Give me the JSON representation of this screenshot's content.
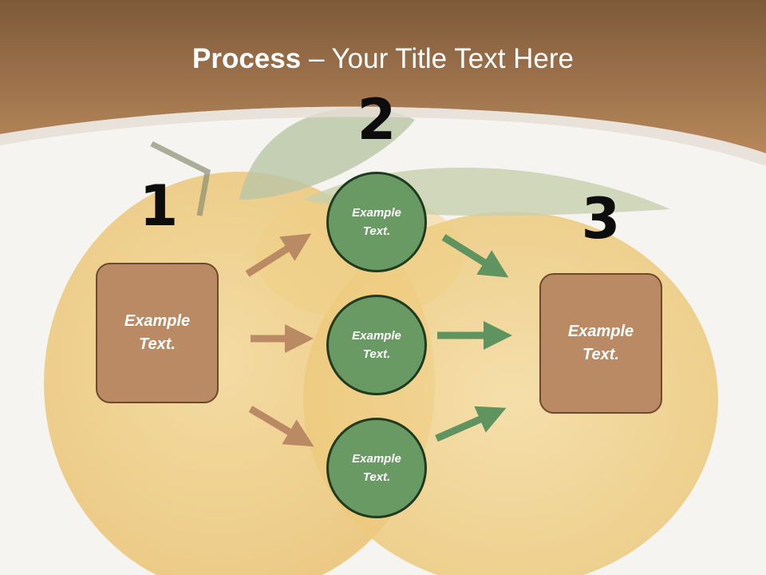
{
  "title": {
    "bold": "Process",
    "rest": " – Your Title Text Here"
  },
  "steps": {
    "one": "1",
    "two": "2",
    "three": "3"
  },
  "source_box": {
    "text": "Example Text."
  },
  "circles": [
    {
      "text": "Example Text."
    },
    {
      "text": "Example Text."
    },
    {
      "text": "Example Text."
    }
  ],
  "target_box": {
    "text": "Example Text."
  },
  "colors": {
    "header_brown": "#a9774c",
    "box_fill": "#b98a63",
    "box_border": "#6b4a2d",
    "circle_fill": "#6a9a63",
    "circle_border": "#1f3b1f",
    "arrow_brown": "#b98a63",
    "arrow_green": "#5f9460"
  }
}
